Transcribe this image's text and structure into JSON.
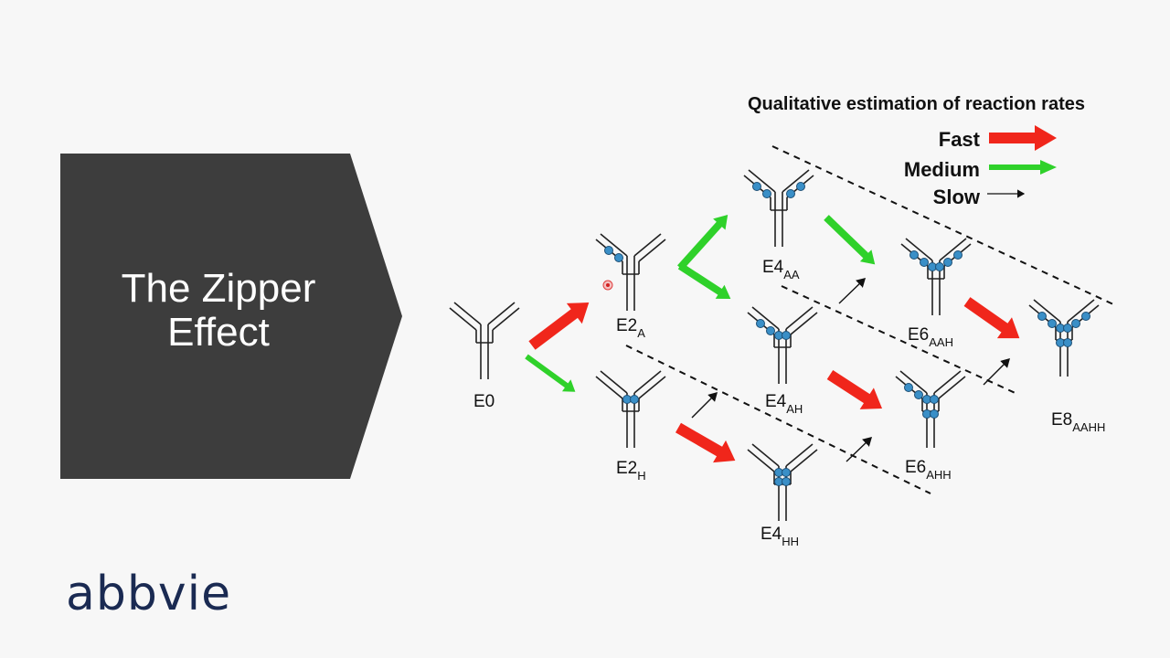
{
  "slide": {
    "title_line1": "The Zipper",
    "title_line2": "Effect",
    "logo_text": "abbvie"
  },
  "colors": {
    "panel": "#3d3d3d",
    "fast": "#f0261b",
    "medium": "#2fd12a",
    "slow": "#111111",
    "conjugate": "#3a8fc7",
    "logo": "#1a2a52"
  },
  "legend": {
    "title": "Qualitative estimation of reaction rates",
    "fast": "Fast",
    "medium": "Medium",
    "slow": "Slow"
  },
  "nodes": {
    "e0": {
      "main": "E0",
      "sub": ""
    },
    "e2a": {
      "main": "E2",
      "sub": "A"
    },
    "e2h": {
      "main": "E2",
      "sub": "H"
    },
    "e4aa": {
      "main": "E4",
      "sub": "AA"
    },
    "e4ah": {
      "main": "E4",
      "sub": "AH"
    },
    "e4hh": {
      "main": "E4",
      "sub": "HH"
    },
    "e6aah": {
      "main": "E6",
      "sub": "AAH"
    },
    "e6ahh": {
      "main": "E6",
      "sub": "AHH"
    },
    "e8aahh": {
      "main": "E8",
      "sub": "AAHH"
    }
  }
}
